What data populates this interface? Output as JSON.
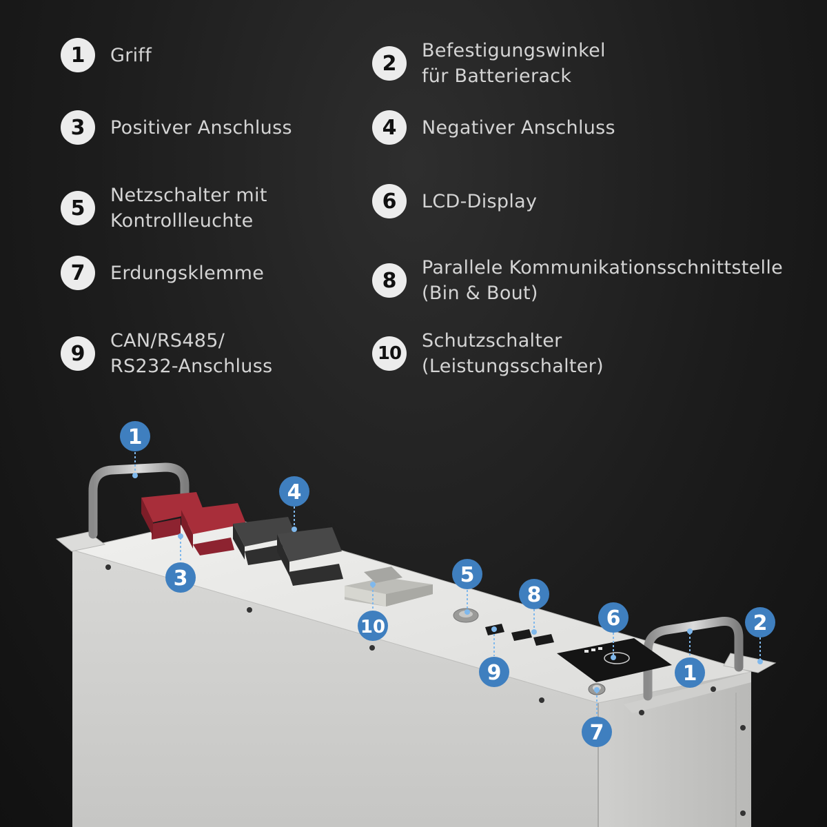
{
  "legend": [
    {
      "number": "1",
      "label": "Griff"
    },
    {
      "number": "2",
      "label": "Befestigungswinkel\nfür Batterierack"
    },
    {
      "number": "3",
      "label": "Positiver Anschluss"
    },
    {
      "number": "4",
      "label": "Negativer Anschluss"
    },
    {
      "number": "5",
      "label": "Netzschalter mit\nKontrollleuchte"
    },
    {
      "number": "6",
      "label": "LCD-Display"
    },
    {
      "number": "7",
      "label": "Erdungsklemme"
    },
    {
      "number": "8",
      "label": "Parallele Kommunikationsschnittstelle\n(Bin & Bout)"
    },
    {
      "number": "9",
      "label": "CAN/RS485/\nRS232-Anschluss"
    },
    {
      "number": "10",
      "label": "Schutzschalter\n(Leistungsschalter)"
    }
  ],
  "callouts": [
    "1",
    "3",
    "4",
    "10",
    "5",
    "8",
    "6",
    "9",
    "1",
    "2",
    "7"
  ],
  "colors": {
    "callout": "#3f7fbf",
    "callout_line": "#7fb8ec",
    "positive": "#9e2a35",
    "negative": "#3c3c3c",
    "casing": "#e3e3e1"
  }
}
